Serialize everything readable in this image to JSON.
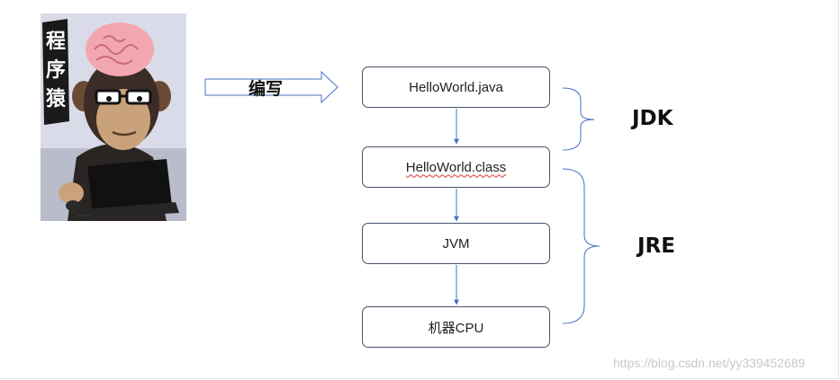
{
  "illustration": {
    "caption_chars": [
      "程",
      "序",
      "猿"
    ]
  },
  "write_arrow": {
    "label": "编写"
  },
  "flow": {
    "steps": [
      {
        "label": "HelloWorld.java"
      },
      {
        "label": "HelloWorld.class"
      },
      {
        "label": "JVM"
      },
      {
        "label": "机器CPU"
      }
    ]
  },
  "groups": {
    "jdk": {
      "label": "JDK"
    },
    "jre": {
      "label": "JRE"
    }
  },
  "watermark": "https://blog.csdn.net/yy339452689",
  "colors": {
    "box_border": "#44546a",
    "connector": "#4472c4",
    "bracket": "#4472c4"
  }
}
